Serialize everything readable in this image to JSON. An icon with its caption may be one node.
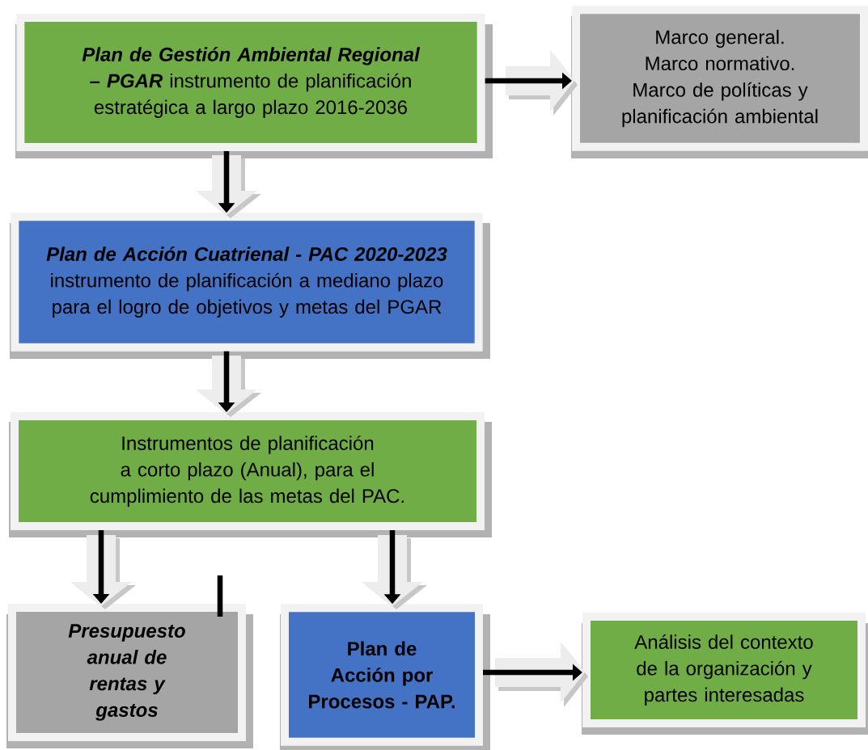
{
  "diagram": {
    "nodes": [
      {
        "text": [
          "Plan de Gestión Ambiental Regional – PGAR",
          "instrumento de planificación estratégica a largo plazo 2016-2036"
        ]
      },
      {
        "text": [
          "Marco general. Marco normativo. Marco de políticas y planificación ambiental"
        ]
      },
      {
        "text": [
          "Plan de Acción Cuatrienal - PAC 2020-2023",
          "instrumento de planificación a mediano plazo para el logro de objetivos y metas del PGAR"
        ]
      },
      {
        "text": [
          "Instrumentos de planificación a corto plazo (Anual), para el cumplimiento de las metas del PAC."
        ]
      },
      {
        "text": [
          "Presupuesto anual de rentas y gastos"
        ]
      },
      {
        "text": [
          "Plan de Acción por Procesos - PAP."
        ]
      },
      {
        "text": [
          "Análisis del contexto de la organización y partes interesadas"
        ]
      }
    ],
    "edges": [
      {
        "from": 0,
        "to": 1,
        "arrow": "to"
      },
      {
        "from": 0,
        "to": 2,
        "arrow": "to"
      },
      {
        "from": 2,
        "to": 3,
        "arrow": "to"
      },
      {
        "from": 3,
        "to": 4,
        "arrow": "to"
      },
      {
        "from": 3,
        "to": 5,
        "arrow": "to"
      },
      {
        "from": null,
        "to": 4,
        "arrow": "none"
      },
      {
        "from": 5,
        "to": 6,
        "arrow": "to"
      }
    ]
  }
}
